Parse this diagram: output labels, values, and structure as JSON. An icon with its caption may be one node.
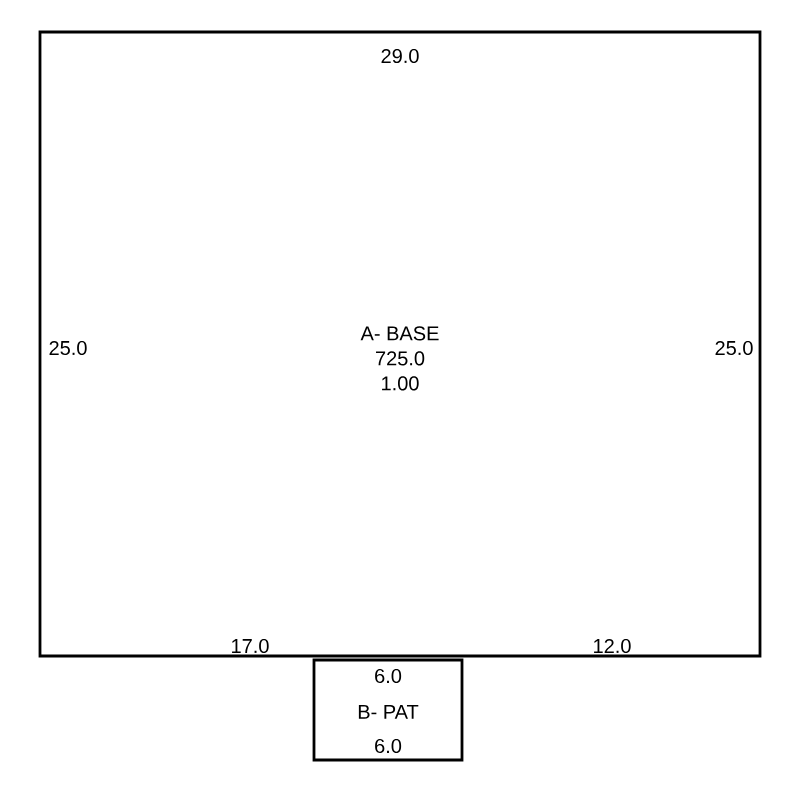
{
  "diagram": {
    "nodes": [
      {
        "text": [
          "A- BASE",
          "725.0",
          "1.00"
        ]
      },
      {
        "text": [
          "B- PAT"
        ]
      }
    ],
    "labels": [
      "29.0",
      "25.0",
      "25.0",
      "17.0",
      "12.0",
      "6.0",
      "6.0"
    ]
  }
}
